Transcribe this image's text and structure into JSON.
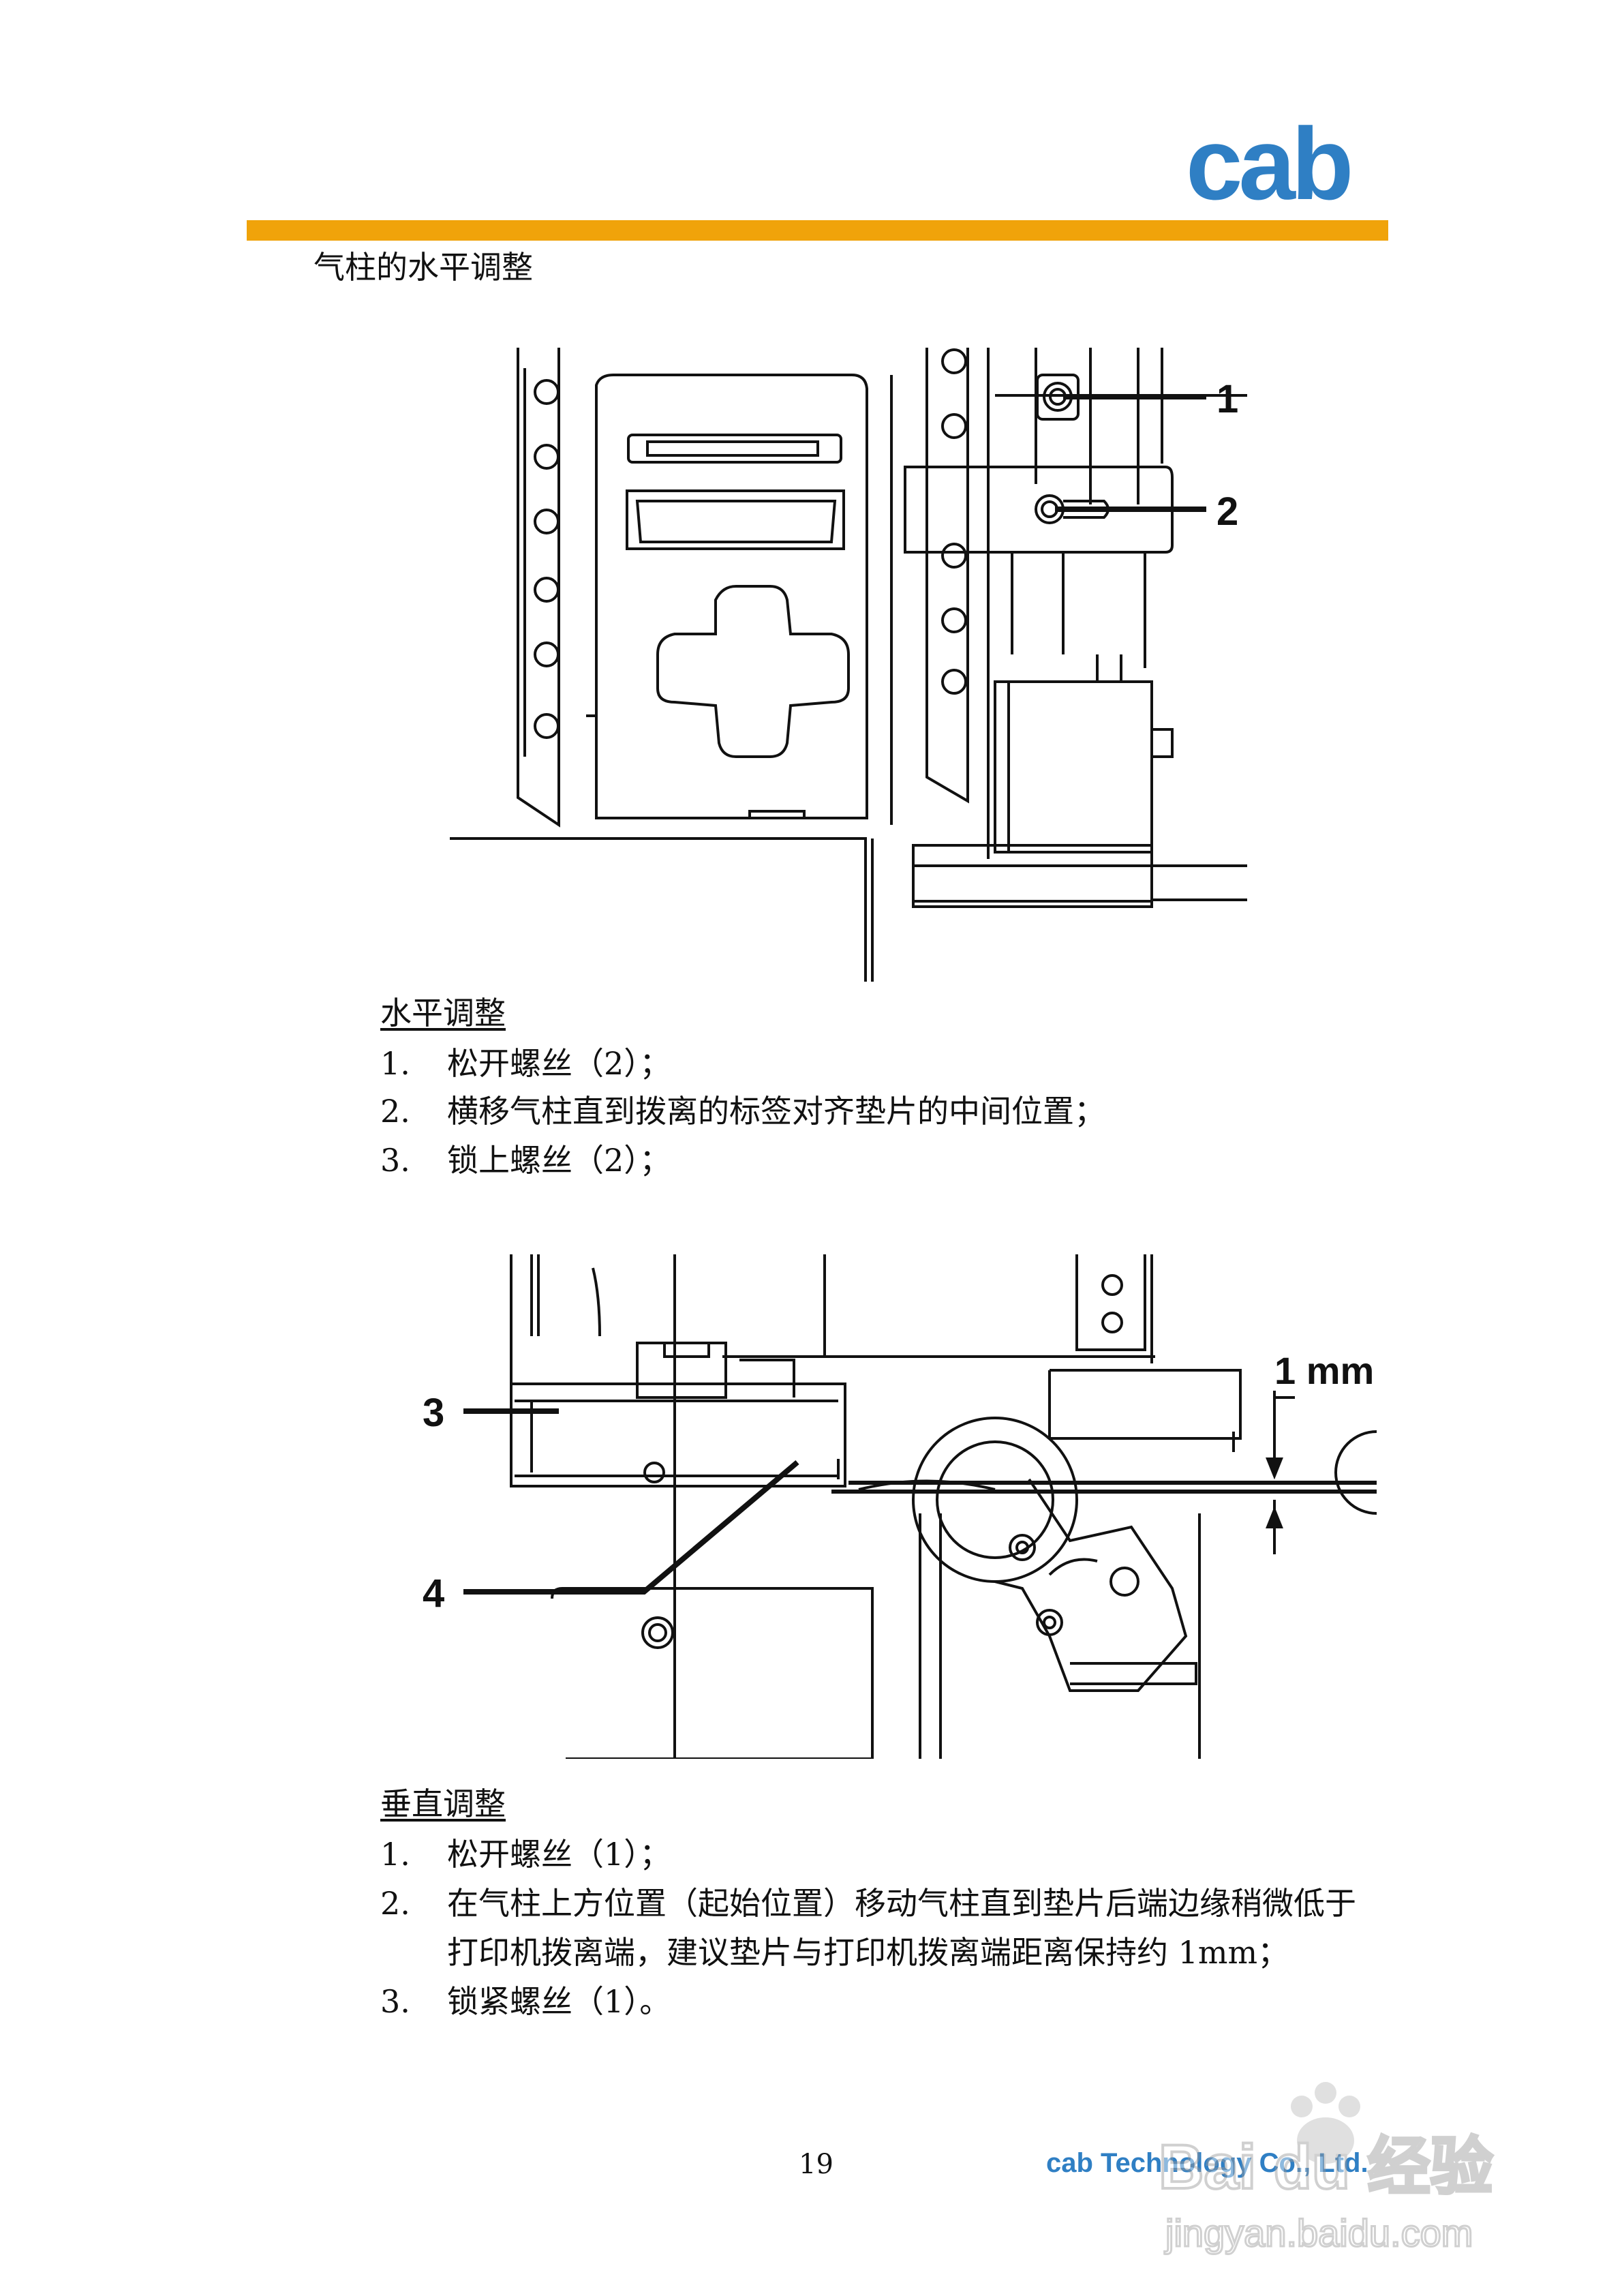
{
  "header": {
    "logo_text": "cab",
    "brand_color": "#2f7fc4",
    "bar_color": "#f0a30a"
  },
  "section_title": "气柱的水平调整",
  "figure1": {
    "callouts": [
      "1",
      "2"
    ]
  },
  "horizontal_adjustment": {
    "heading": "水平调整",
    "steps": [
      {
        "num": "1.",
        "text": "松开螺丝（2）；"
      },
      {
        "num": "2.",
        "text": "横移气柱直到拨离的标签对齐垫片的中间位置；"
      },
      {
        "num": "3.",
        "text": "锁上螺丝（2）；"
      }
    ]
  },
  "figure2": {
    "callouts": [
      "3",
      "4"
    ],
    "dimension": "1 mm"
  },
  "vertical_adjustment": {
    "heading": "垂直调整",
    "steps": [
      {
        "num": "1.",
        "text": "松开螺丝（1）；"
      },
      {
        "num": "2.",
        "text": "在气柱上方位置（起始位置）移动气柱直到垫片后端边缘稍微低于",
        "text2": "打印机拨离端，建议垫片与打印机拨离端距离保持约 1mm；"
      },
      {
        "num": "3.",
        "text": "锁紧螺丝（1）。"
      }
    ]
  },
  "footer": {
    "page_number": "19",
    "company": "cab Technology Co., Ltd."
  },
  "watermark": {
    "brand": "Bai du 经验",
    "url": "jingyan.baidu.com"
  }
}
